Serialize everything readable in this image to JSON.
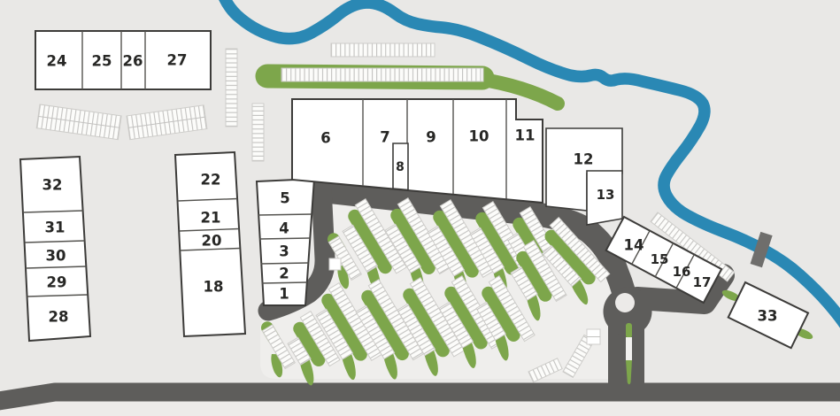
{
  "map_name": "shopping-center-site-plan",
  "colors": {
    "background": "#e9e8e6",
    "bottom_strip": "#edebe9",
    "parking_lot": "#efeeec",
    "road": "#5e5d5b",
    "bridge": "#6f6e6c",
    "river": "#2a88b4",
    "vegetation": "#7da64b",
    "building_fill": "#ffffff",
    "building_outline": "#3c3b39",
    "parking_stripe": "#c3c2c0"
  },
  "units": {
    "1": "1",
    "2": "2",
    "3": "3",
    "4": "4",
    "5": "5",
    "6": "6",
    "7": "7",
    "8": "8",
    "9": "9",
    "10": "10",
    "11": "11",
    "12": "12",
    "13": "13",
    "14": "14",
    "15": "15",
    "16": "16",
    "17": "17",
    "18": "18",
    "20": "20",
    "21": "21",
    "22": "22",
    "24": "24",
    "25": "25",
    "26": "26",
    "27": "27",
    "28": "28",
    "29": "29",
    "30": "30",
    "31": "31",
    "32": "32",
    "33": "33"
  }
}
